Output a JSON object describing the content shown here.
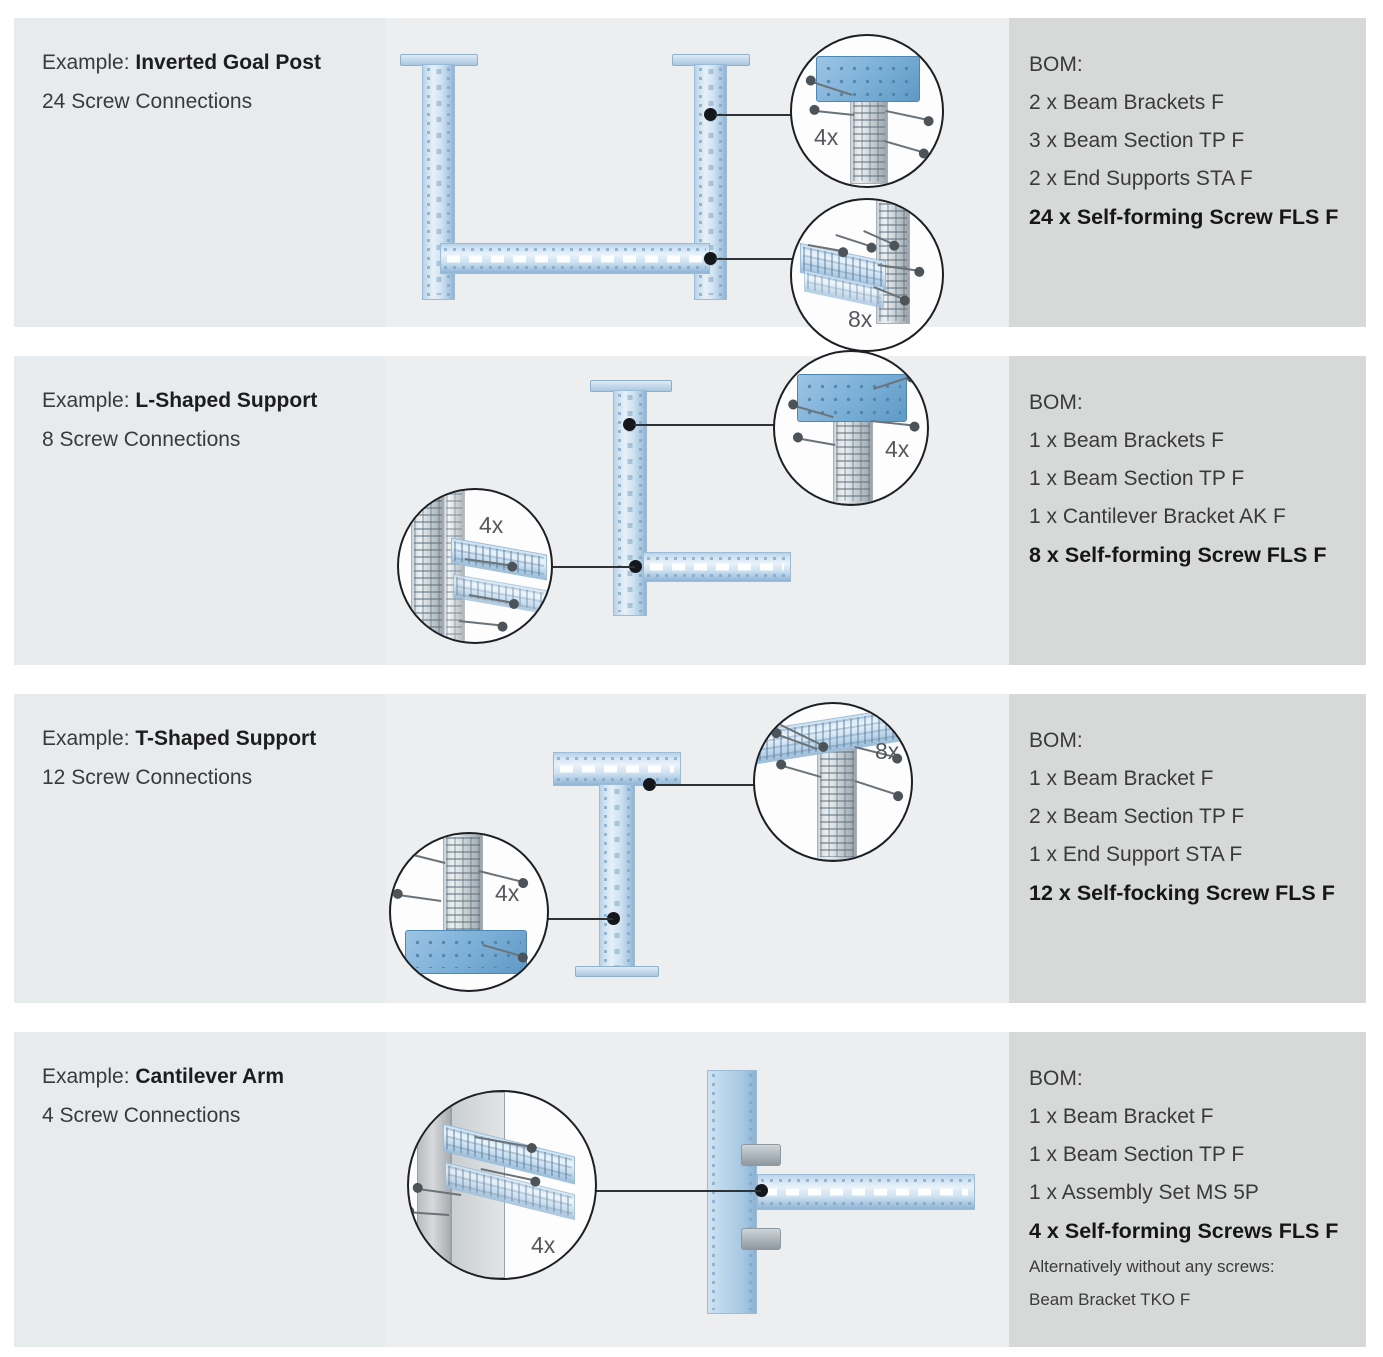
{
  "colors": {
    "caption_bg": "#e7ebed",
    "figure_bg": "#eceef0",
    "bom_bg": "#d7d9d9",
    "text": "#3a3a3a",
    "bold_text": "#161616",
    "leader": "#2e3338",
    "steel_blue": "#9dc4e4"
  },
  "rows": [
    {
      "caption": {
        "prefix": "Example:",
        "name": "Inverted Goal Post",
        "subtitle": "24 Screw Connections"
      },
      "bom": {
        "heading": "BOM:",
        "items": [
          "2 x Beam Brackets F",
          "3 x Beam Section TP F",
          "2 x End Supports STA F"
        ],
        "total": "24 x Self-forming Screw FLS F",
        "notes": []
      },
      "callouts": [
        {
          "qty": "4x",
          "detail": "ceiling-plate-post-connection"
        },
        {
          "qty": "8x",
          "detail": "beam-to-post-connection"
        }
      ]
    },
    {
      "caption": {
        "prefix": "Example:",
        "name": "L-Shaped Support",
        "subtitle": "8 Screw Connections"
      },
      "bom": {
        "heading": "BOM:",
        "items": [
          "1 x Beam Brackets F",
          "1 x Beam Section TP F",
          "1 x Cantilever Bracket AK F"
        ],
        "total": "8 x Self-forming Screw FLS F",
        "notes": []
      },
      "callouts": [
        {
          "qty": "4x",
          "detail": "ceiling-plate-post-connection"
        },
        {
          "qty": "4x",
          "detail": "cantilever-bracket-connection"
        }
      ]
    },
    {
      "caption": {
        "prefix": "Example:",
        "name": "T-Shaped Support",
        "subtitle": "12 Screw Connections"
      },
      "bom": {
        "heading": "BOM:",
        "items": [
          "1 x Beam Bracket F",
          "2 x Beam Section TP F",
          "1 x End Support STA F"
        ],
        "total": "12 x Self-focking Screw FLS F",
        "notes": []
      },
      "callouts": [
        {
          "qty": "8x",
          "detail": "top-beam-to-post-connection"
        },
        {
          "qty": "4x",
          "detail": "base-plate-post-connection"
        }
      ]
    },
    {
      "caption": {
        "prefix": "Example:",
        "name": "Cantilever Arm",
        "subtitle": "4 Screw Connections"
      },
      "bom": {
        "heading": "BOM:",
        "items": [
          "1 x Beam Bracket F",
          "1 x Beam Section TP F",
          "1 x Assembly Set MS 5P"
        ],
        "total": "4 x Self-forming Screws FLS F",
        "notes": [
          "Alternatively without any screws:",
          "Beam Bracket TKO F"
        ]
      },
      "callouts": [
        {
          "qty": "4x",
          "detail": "wall-mounted-beam-connection"
        }
      ]
    }
  ]
}
